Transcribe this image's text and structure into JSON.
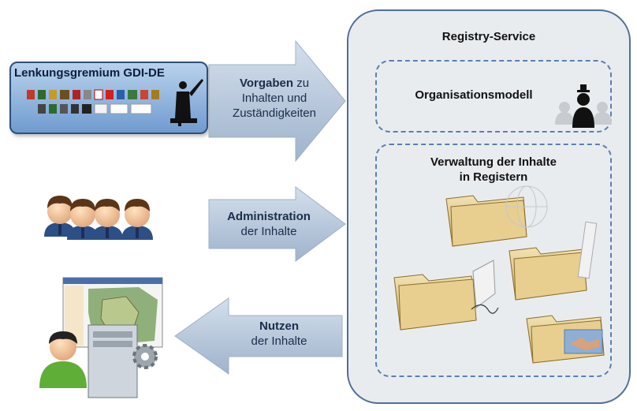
{
  "registry": {
    "title": "Registry-Service",
    "org_model": "Organisationsmodell",
    "content_title_line1": "Verwaltung der Inhalte",
    "content_title_line2": "in Registern"
  },
  "gremium": {
    "title": "Lenkungsgremium GDI-DE"
  },
  "arrows": [
    {
      "bold": "Vorgaben",
      "rest_line1": " zu",
      "line2": "Inhalten und",
      "line3": "Zuständigkeiten",
      "direction": "right"
    },
    {
      "bold": "Administration",
      "line2": "der Inhalte",
      "direction": "right"
    },
    {
      "bold": "Nutzen",
      "line2": "der Inhalte",
      "direction": "left"
    }
  ],
  "colors": {
    "panel_border": "#4f6f95",
    "panel_fill": "#e9ecef",
    "dashed": "#5a7fb0",
    "arrow": "#b8c7da",
    "folder": "#e3c98a"
  },
  "icons": [
    "conductor-silhouette-icon",
    "coat-of-arms-icons",
    "admin-group-icon",
    "folder-icon",
    "user-computer-icon",
    "map-screen-icon",
    "gear-icon",
    "globe-icon",
    "ruler-icon",
    "handshake-icon",
    "organisation-people-icon"
  ]
}
